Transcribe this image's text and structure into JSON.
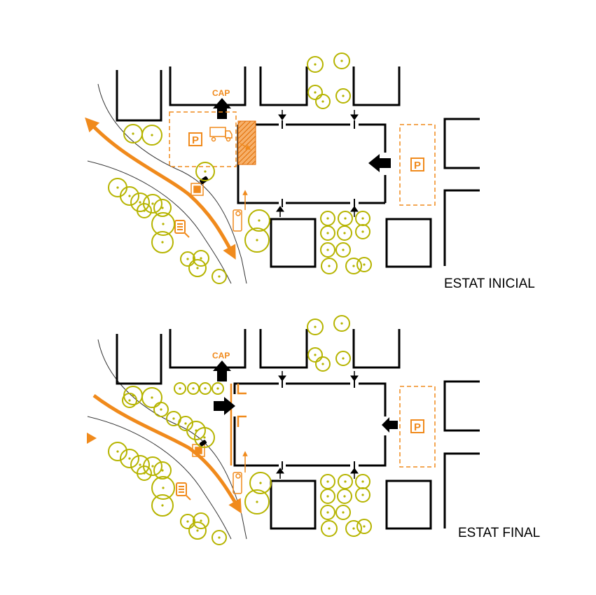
{
  "diagrams": [
    {
      "title": "ESTAT INICIAL",
      "health_center_label": "CAP",
      "parking_label": "P",
      "parking_east_label": "P"
    },
    {
      "title": "ESTAT FINAL",
      "health_center_label": "CAP",
      "parking_east_label": "P"
    }
  ],
  "colors": {
    "accent": "#f08a1c",
    "building": "#000000",
    "tree": "#b6b400",
    "road_line": "#333333"
  },
  "icons": [
    "truck-icon",
    "car-icon",
    "bus-stop-icon",
    "info-sign-icon",
    "entrance-arrow-icon",
    "traffic-flow-arrow-icon"
  ]
}
